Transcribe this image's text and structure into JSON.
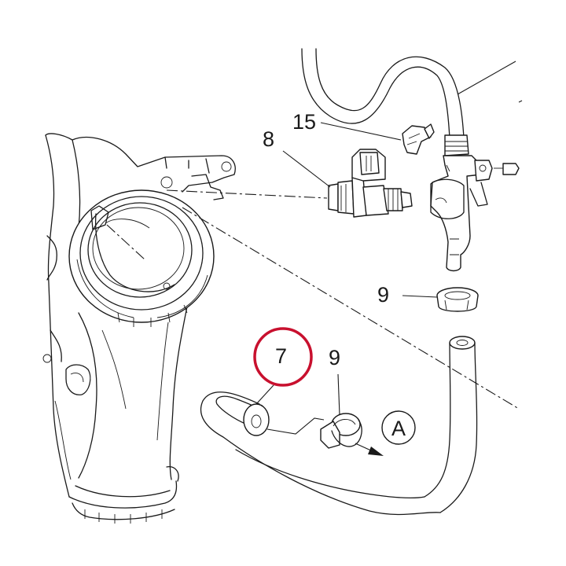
{
  "callouts": {
    "part_15": "15",
    "part_8": "8",
    "part_9_upper": "9",
    "part_9_lower": "9",
    "part_7": "7",
    "detail_a": "A"
  },
  "colors": {
    "line": "#1a1a1a",
    "highlight_ring": "#c8102e",
    "background": "#ffffff"
  },
  "highlighted_part": "7"
}
